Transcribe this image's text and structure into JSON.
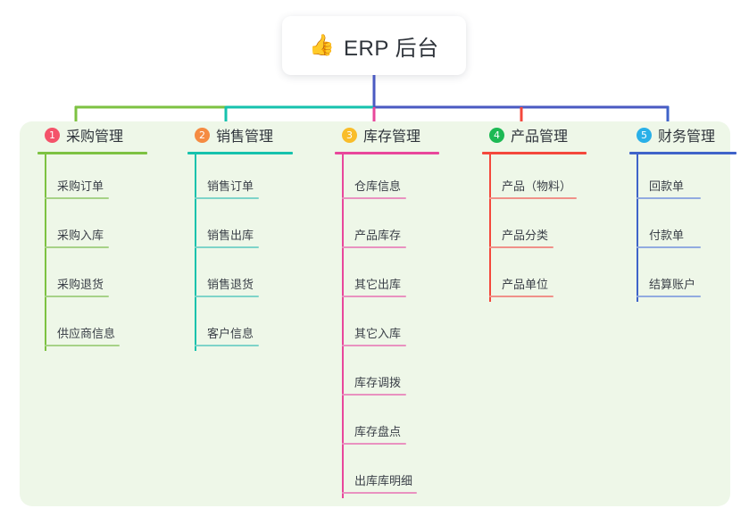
{
  "diagram": {
    "type": "mindmap",
    "root": {
      "icon": "thumbs-up-icon",
      "emoji": "👍",
      "title": "ERP 后台"
    },
    "panel_color": "#eef7e8",
    "branches": [
      {
        "index": "1",
        "title": "采购管理",
        "badge_color": "#f4536a",
        "line_color": "#7dc242",
        "leaf_color": "#a6d287",
        "items": [
          "采购订单",
          "采购入库",
          "采购退货",
          "供应商信息"
        ]
      },
      {
        "index": "2",
        "title": "销售管理",
        "badge_color": "#f58b42",
        "line_color": "#16c2ad",
        "leaf_color": "#7ed4c9",
        "items": [
          "销售订单",
          "销售出库",
          "销售退货",
          "客户信息"
        ]
      },
      {
        "index": "3",
        "title": "库存管理",
        "badge_color": "#f9bd2a",
        "line_color": "#e8479b",
        "leaf_color": "#e992c0",
        "items": [
          "仓库信息",
          "产品库存",
          "其它出库",
          "其它入库",
          "库存调拨",
          "库存盘点",
          "出库库明细"
        ]
      },
      {
        "index": "4",
        "title": "产品管理",
        "badge_color": "#1db954",
        "line_color": "#f4483c",
        "leaf_color": "#f09189",
        "items": [
          "产品（物料）",
          "产品分类",
          "产品单位"
        ]
      },
      {
        "index": "5",
        "title": "财务管理",
        "badge_color": "#29b0e8",
        "line_color": "#3f63c9",
        "leaf_color": "#92abe0",
        "items": [
          "回款单",
          "付款单",
          "结算账户"
        ]
      }
    ],
    "connector_segments": [
      {
        "name": "root-stem",
        "color": "#4a5ac2"
      },
      {
        "name": "bus-purchase",
        "color": "#7dc242"
      },
      {
        "name": "bus-sales",
        "color": "#16c2ad"
      },
      {
        "name": "bus-right",
        "color": "#4a5ac2"
      },
      {
        "name": "drop-purchase",
        "color": "#7dc242"
      },
      {
        "name": "drop-sales",
        "color": "#16c2ad"
      },
      {
        "name": "drop-inventory",
        "color": "#e8479b"
      },
      {
        "name": "drop-product",
        "color": "#f4483c"
      },
      {
        "name": "drop-finance",
        "color": "#3f63c9"
      }
    ]
  }
}
